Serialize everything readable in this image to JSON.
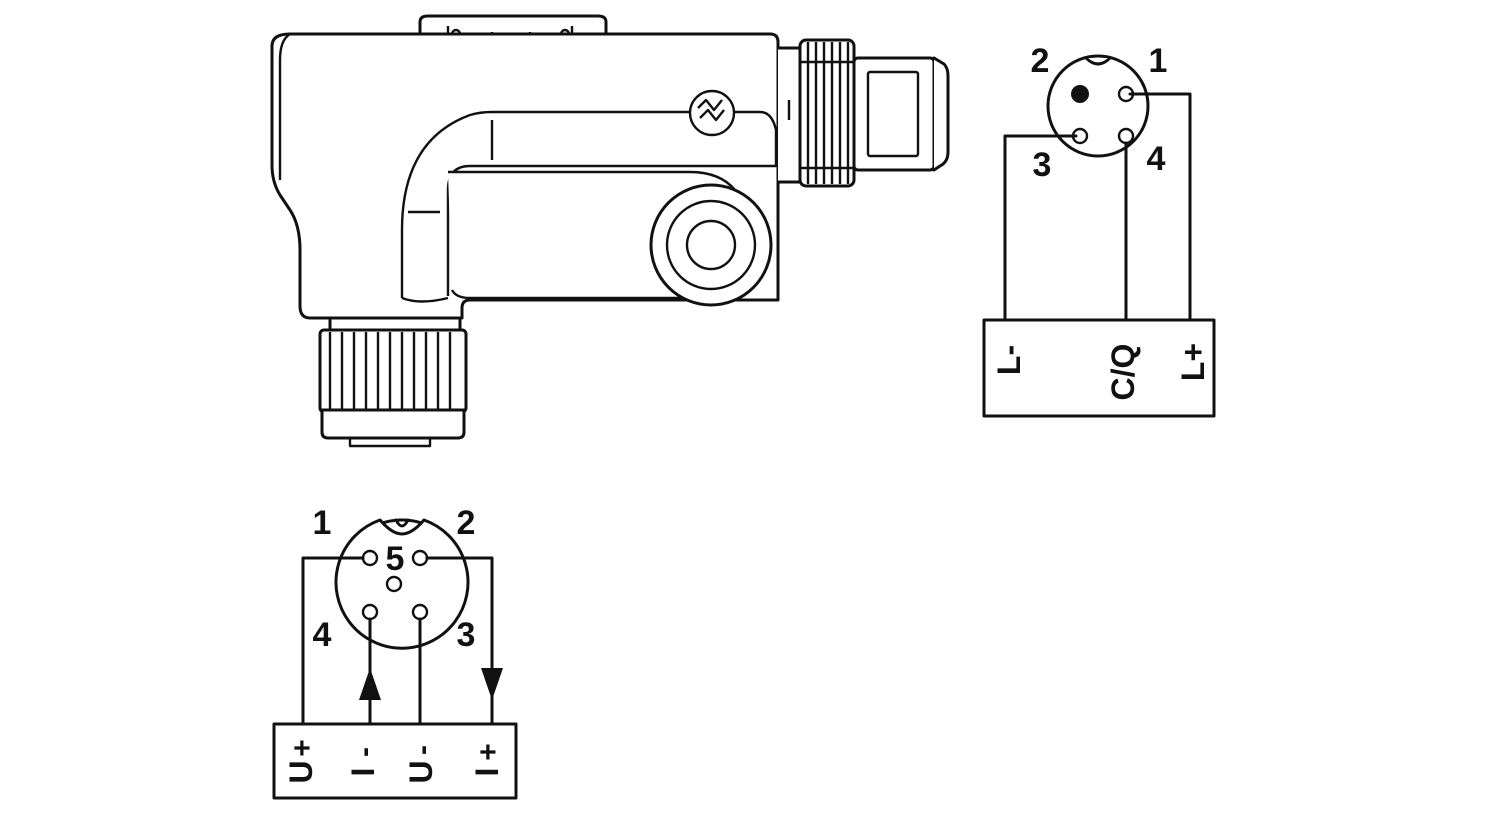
{
  "m12_male": {
    "pins": [
      "1",
      "2",
      "3",
      "4"
    ],
    "terminals": [
      "L-",
      "C/Q",
      "L+"
    ]
  },
  "m12_female": {
    "pins": [
      "1",
      "2",
      "3",
      "4",
      "5"
    ],
    "terminals": [
      {
        "main": "U",
        "sub": "+"
      },
      {
        "main": "I",
        "sub": "-"
      },
      {
        "main": "U",
        "sub": "-"
      },
      {
        "main": "I",
        "sub": "+"
      }
    ]
  },
  "colors": {
    "line": "#111111",
    "background": "#ffffff"
  }
}
